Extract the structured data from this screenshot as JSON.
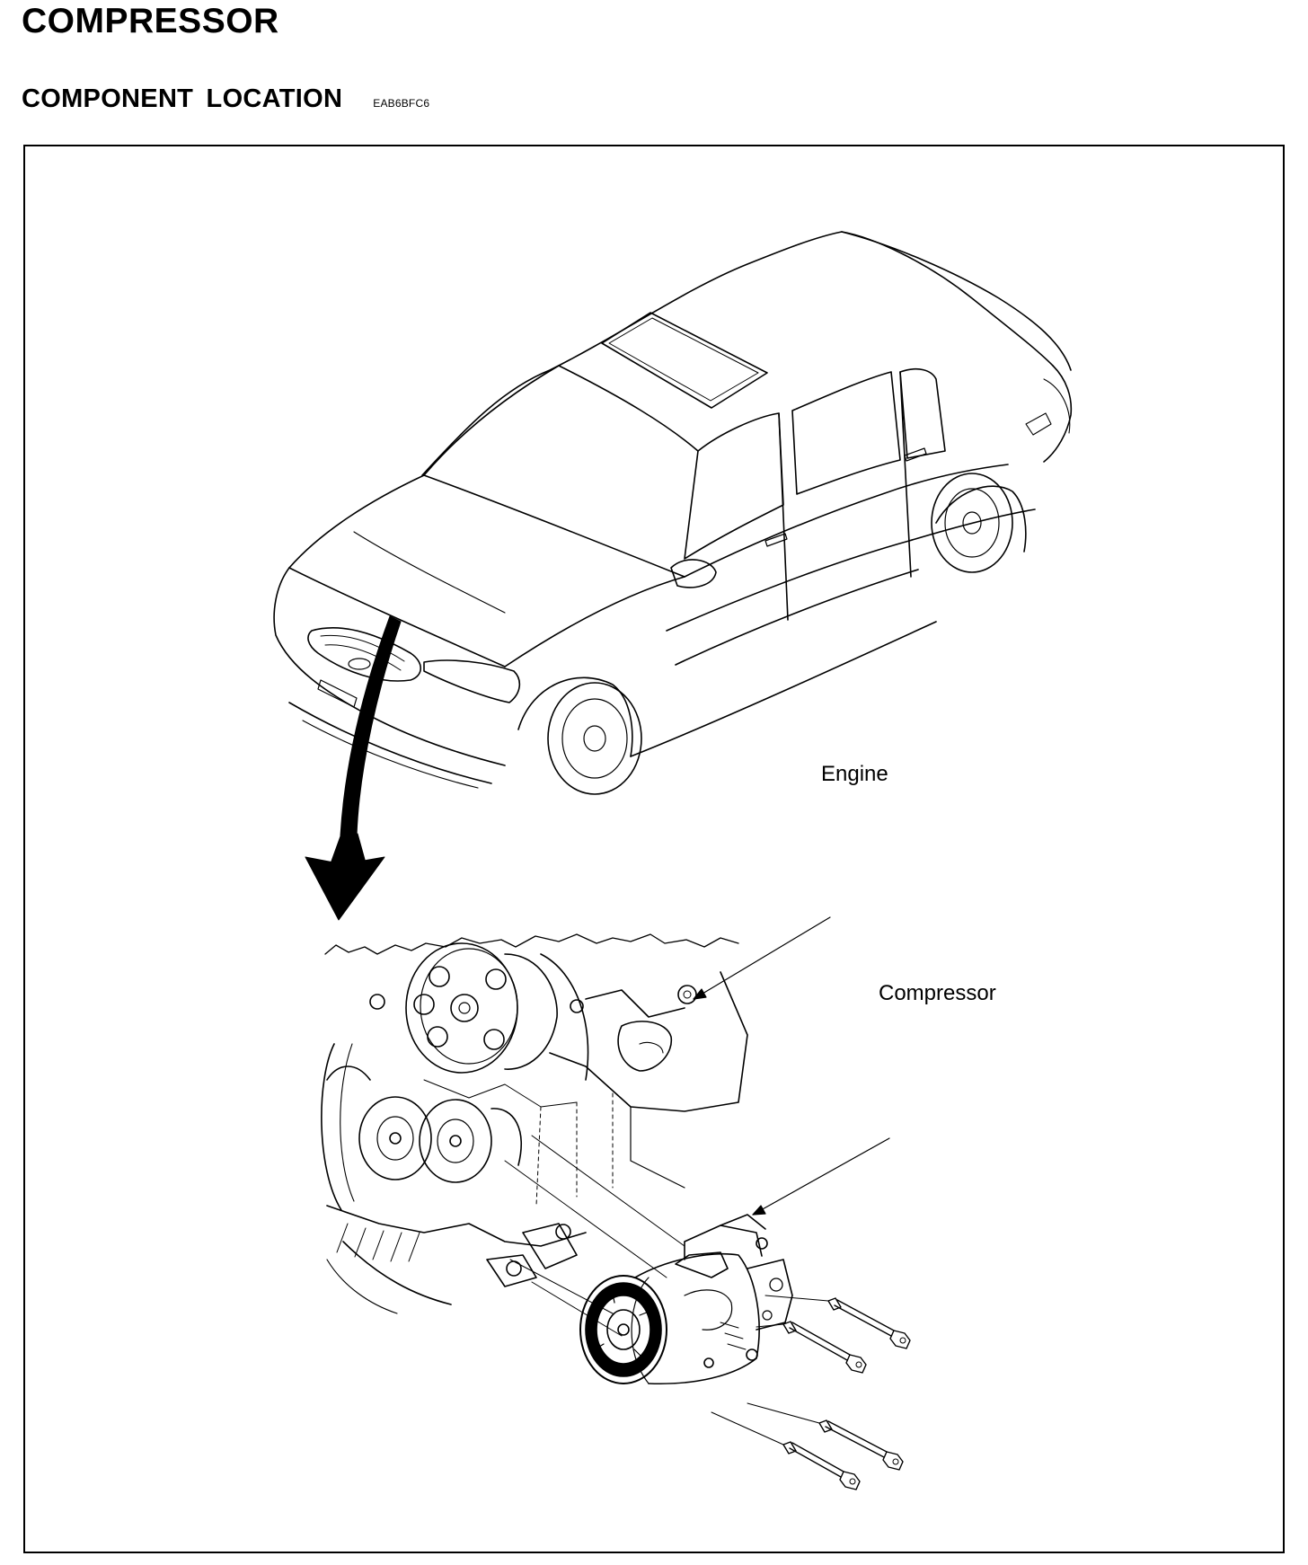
{
  "document": {
    "title": "COMPRESSOR",
    "section_title": "COMPONENT LOCATION",
    "section_code": "EAB6BFC6"
  },
  "figure": {
    "callouts": {
      "engine": "Engine",
      "compressor": "Compressor"
    },
    "line_color": "#000000",
    "background_color": "#ffffff"
  }
}
